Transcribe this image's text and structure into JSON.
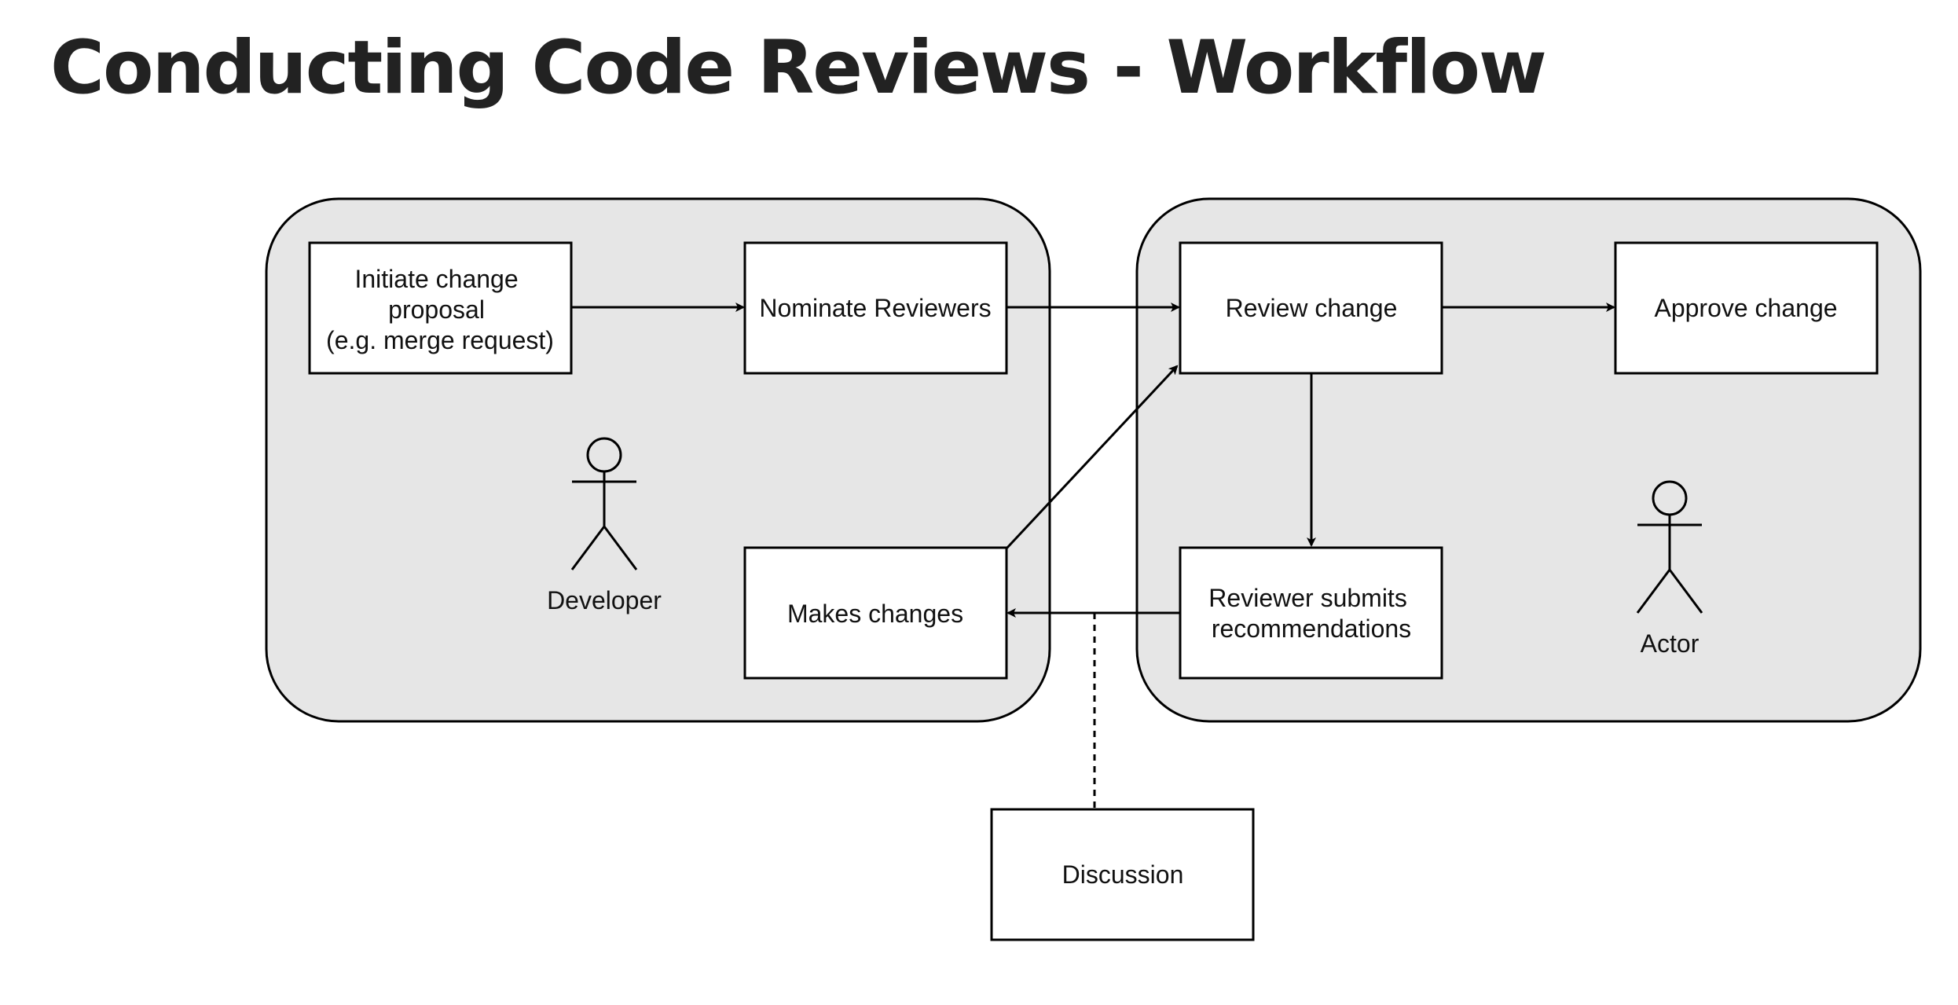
{
  "page": {
    "title": "Conducting Code Reviews - Workflow"
  },
  "diagram": {
    "nodes": {
      "initiate": {
        "lines": [
          "Initiate change",
          "proposal",
          "(e.g. merge request)"
        ]
      },
      "nominate": {
        "lines": [
          "Nominate Reviewers"
        ]
      },
      "review": {
        "lines": [
          "Review change"
        ]
      },
      "approve": {
        "lines": [
          "Approve change"
        ]
      },
      "submit": {
        "lines": [
          "Reviewer submits",
          "recommendations"
        ]
      },
      "makes": {
        "lines": [
          "Makes changes"
        ]
      },
      "discussion": {
        "lines": [
          "Discussion"
        ]
      }
    },
    "actors": {
      "developer": "Developer",
      "actor": "Actor"
    }
  },
  "colors": {
    "background": "#ffffff",
    "canvas": "#ffffff",
    "lane_fill": "#e6e6e6",
    "stroke": "#000000",
    "box_fill": "#ffffff",
    "title": "#222222"
  }
}
